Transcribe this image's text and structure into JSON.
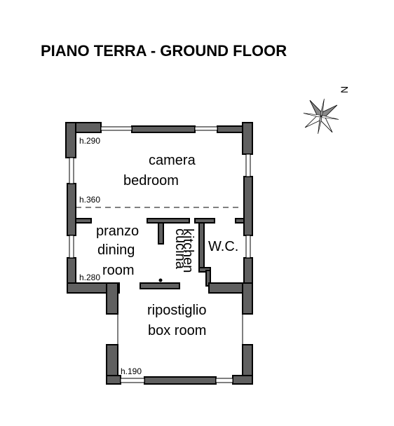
{
  "title": "PIANO TERRA - GROUND FLOOR",
  "north_label": "N",
  "rooms": {
    "camera": "camera",
    "bedroom": "bedroom",
    "pranzo": "pranzo",
    "dining": "dining",
    "room": "room",
    "cucina": "cucina",
    "kitchen": "kitchen",
    "wc": "W.C.",
    "ripostiglio": "ripostiglio",
    "box_room": "box room"
  },
  "heights": {
    "h290": "h.290",
    "h360": "h.360",
    "h280": "h.280",
    "h190": "h.190"
  },
  "colors": {
    "wall": "#606060",
    "line": "#000000"
  }
}
